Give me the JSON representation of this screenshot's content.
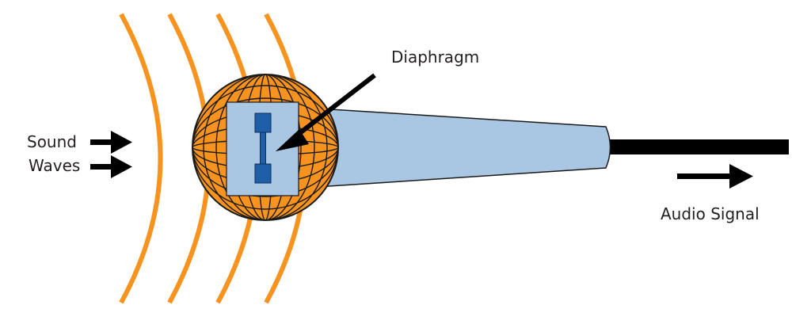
{
  "labels": {
    "sound_line1": "Sound",
    "sound_line2": "Waves",
    "diaphragm": "Diaphragm",
    "audio_signal": "Audio Signal"
  },
  "colors": {
    "wave": "#f7931e",
    "mic_head": "#f7931e",
    "mic_body": "#a9c6e3",
    "diaphragm": "#1f5fa8",
    "cable": "#000000",
    "arrow": "#000000",
    "outline": "#1a1a1a"
  },
  "icons": {
    "input_arrows": "right-arrow-icon",
    "pointer_arrow": "diagonal-pointer-arrow",
    "output_arrow": "right-arrow-icon"
  }
}
